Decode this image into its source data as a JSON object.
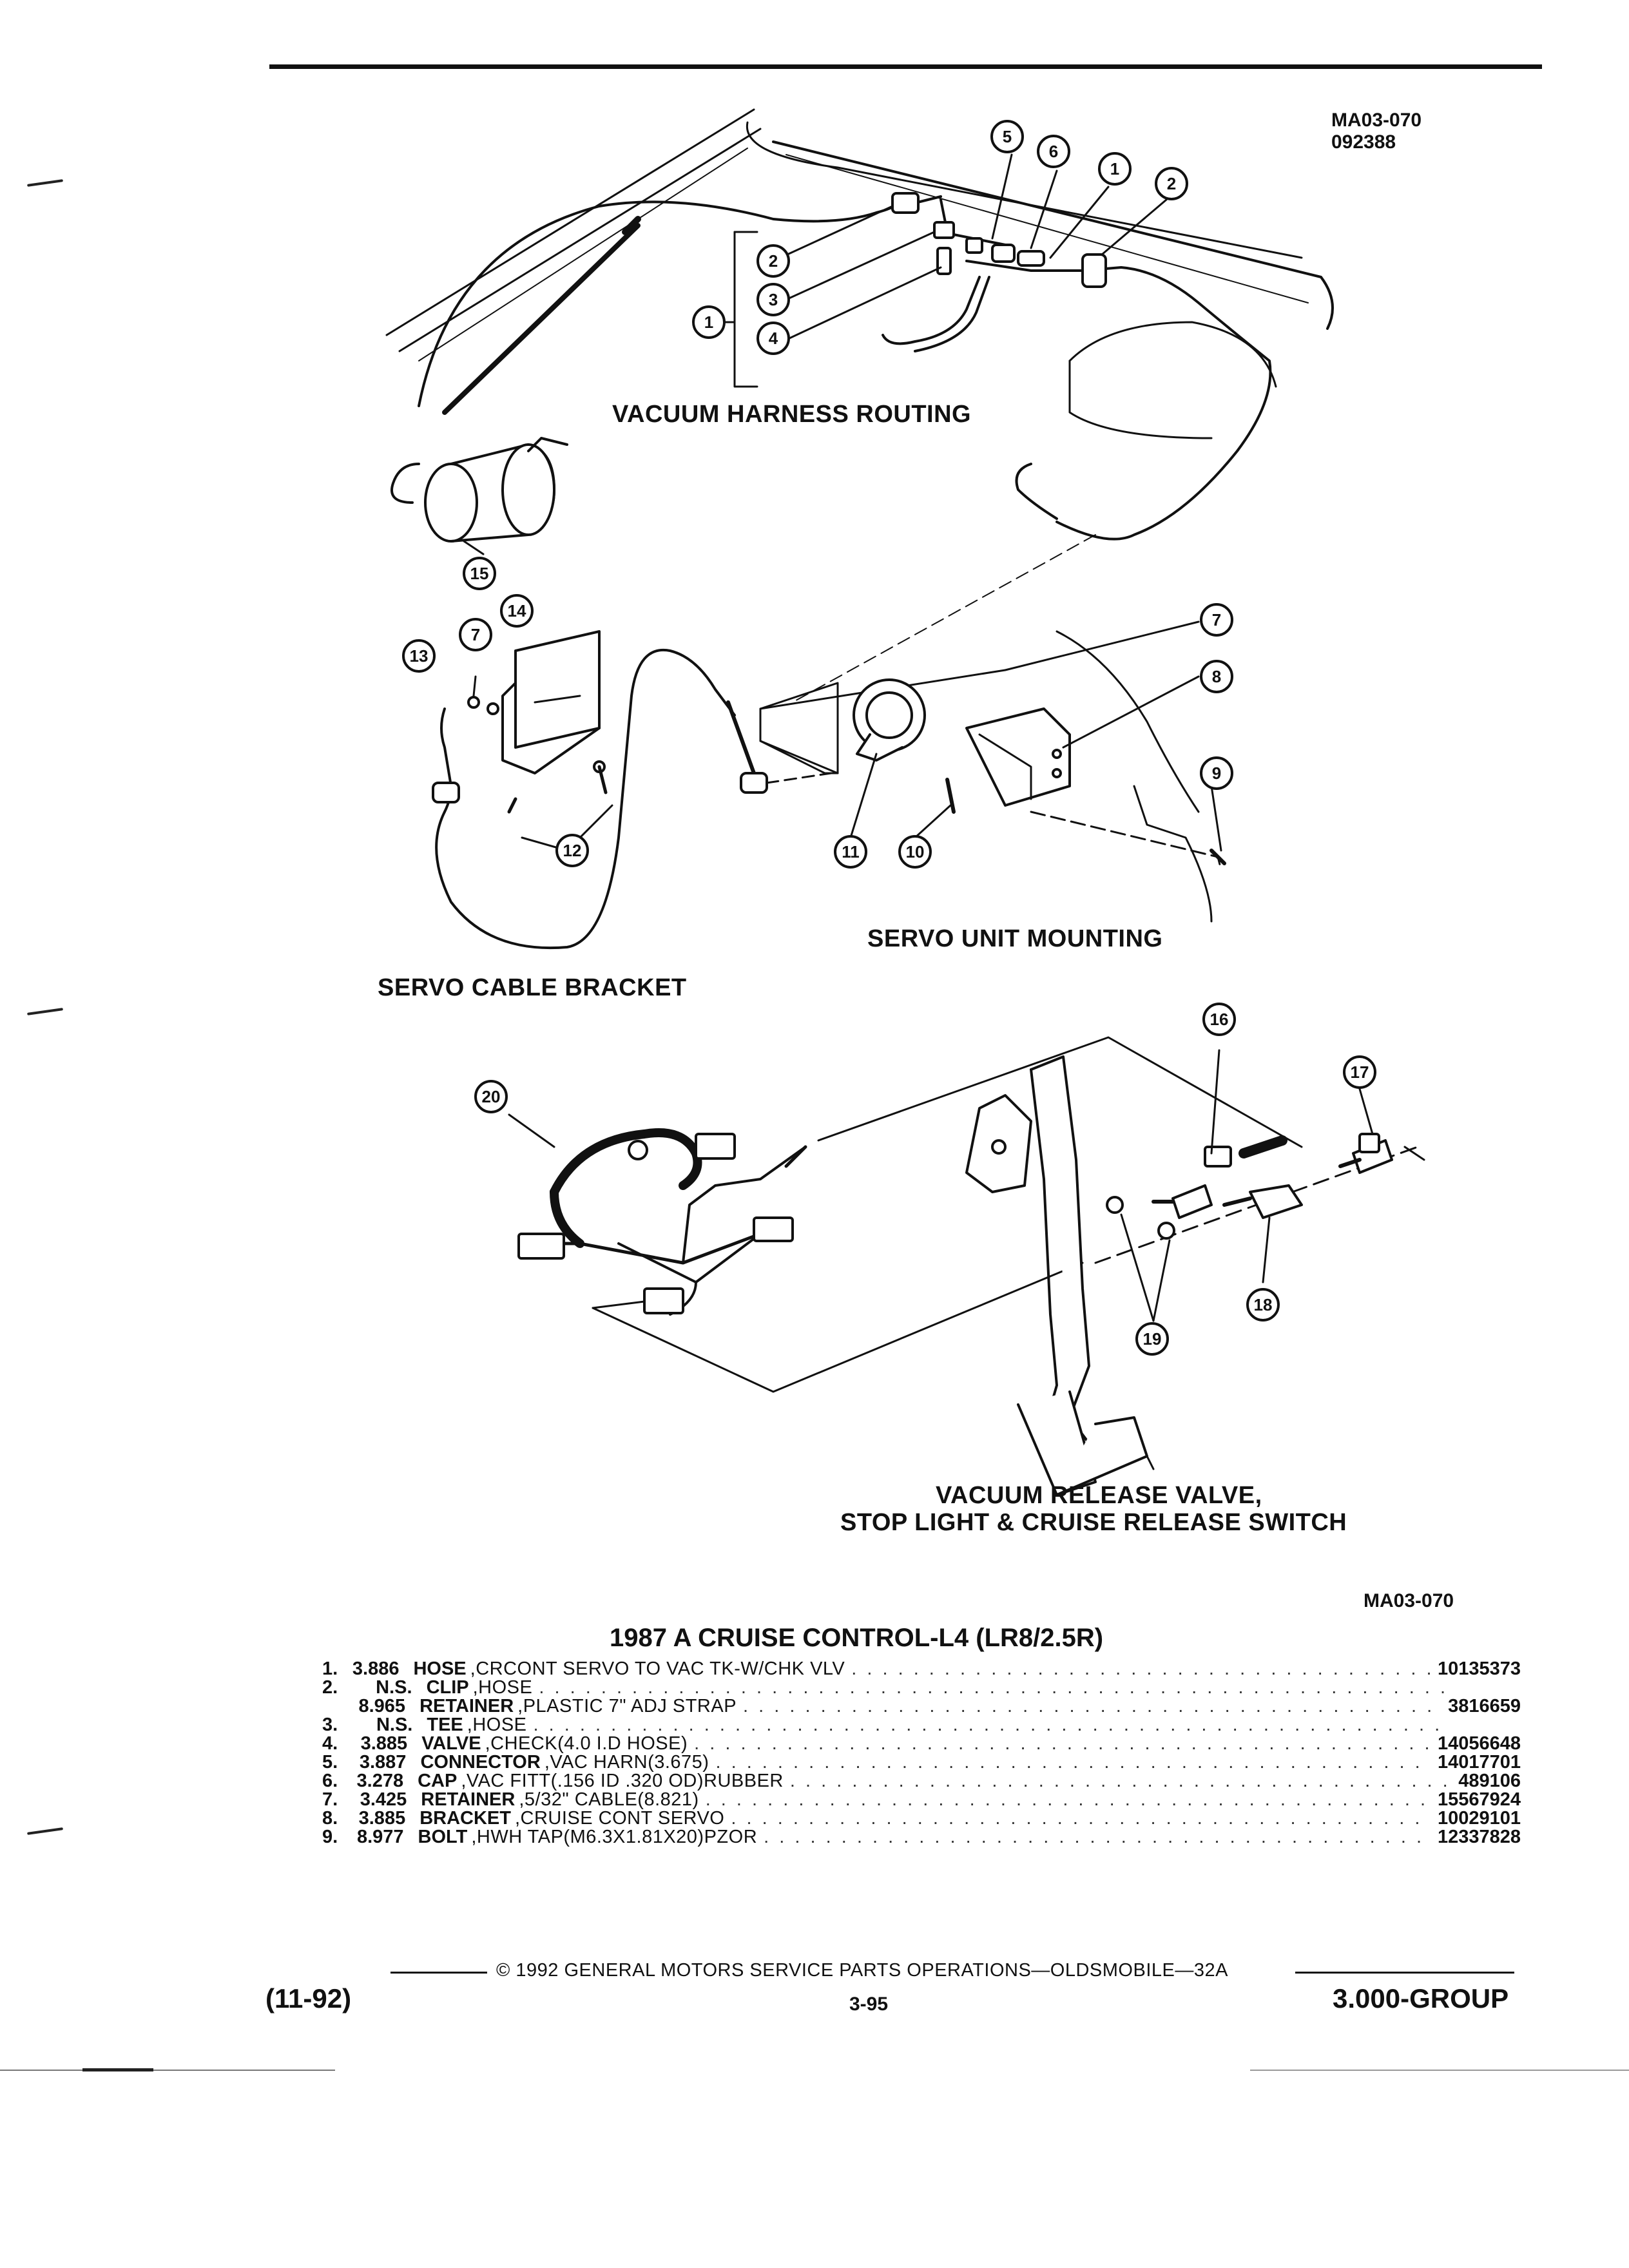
{
  "header": {
    "figure_code": "MA03-070",
    "figure_date": "092388"
  },
  "illustrations": {
    "vacuum_harness_routing": "VACUUM HARNESS ROUTING",
    "servo_unit_mounting": "SERVO UNIT MOUNTING",
    "servo_cable_bracket": "SERVO CABLE BRACKET",
    "vacuum_release_line1": "VACUUM RELEASE VALVE,",
    "vacuum_release_line2": "STOP LIGHT & CRUISE RELEASE SWITCH",
    "callouts": [
      "1",
      "2",
      "3",
      "4",
      "5",
      "6",
      "7",
      "8",
      "9",
      "10",
      "11",
      "12",
      "13",
      "14",
      "15",
      "16",
      "17",
      "18",
      "19",
      "20"
    ],
    "figure_ref": "MA03-070"
  },
  "parts_list": {
    "title": "1987 A CRUISE CONTROL-L4 (LR8/2.5R)",
    "rows": [
      {
        "item": "1.",
        "catalog": "3.886",
        "name": "HOSE",
        "desc": ",CRCONT SERVO TO VAC TK-W/CHK VLV",
        "part": "10135373"
      },
      {
        "item": "2.",
        "catalog": "N.S.",
        "name": "CLIP",
        "desc": ",HOSE",
        "part": ""
      },
      {
        "item": "",
        "catalog": "8.965",
        "name": "RETAINER",
        "desc": ",PLASTIC 7\" ADJ STRAP",
        "part": "3816659"
      },
      {
        "item": "3.",
        "catalog": "N.S.",
        "name": "TEE",
        "desc": ",HOSE",
        "part": ""
      },
      {
        "item": "4.",
        "catalog": "3.885",
        "name": "VALVE",
        "desc": ",CHECK(4.0 I.D HOSE)",
        "part": "14056648"
      },
      {
        "item": "5.",
        "catalog": "3.887",
        "name": "CONNECTOR",
        "desc": ",VAC HARN(3.675)",
        "part": "14017701"
      },
      {
        "item": "6.",
        "catalog": "3.278",
        "name": "CAP",
        "desc": ",VAC FITT(.156 ID .320 OD)RUBBER",
        "part": "489106"
      },
      {
        "item": "7.",
        "catalog": "3.425",
        "name": "RETAINER",
        "desc": ",5/32\" CABLE(8.821)",
        "part": "15567924"
      },
      {
        "item": "8.",
        "catalog": "3.885",
        "name": "BRACKET",
        "desc": ",CRUISE CONT SERVO",
        "part": "10029101"
      },
      {
        "item": "9.",
        "catalog": "8.977",
        "name": "BOLT",
        "desc": ",HWH TAP(M6.3X1.81X20)PZOR",
        "part": "12337828"
      }
    ]
  },
  "footer": {
    "copyright": "© 1992 GENERAL MOTORS SERVICE PARTS OPERATIONS—OLDSMOBILE—32A",
    "date": "(11-92)",
    "page": "3-95",
    "group": "3.000-GROUP"
  }
}
